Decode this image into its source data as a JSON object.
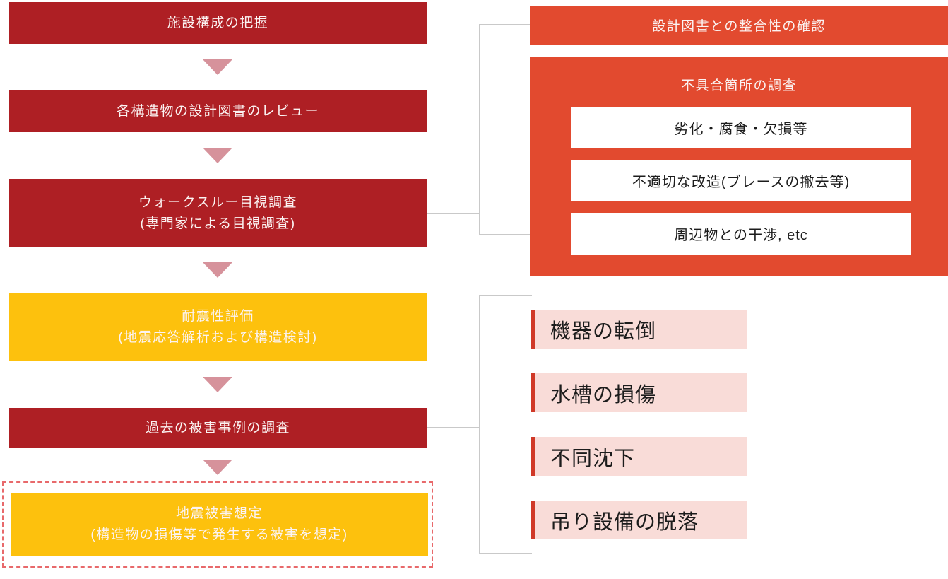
{
  "flow": {
    "steps": [
      {
        "label": "施設構成の把握",
        "style": "red"
      },
      {
        "label": "各構造物の設計図書のレビュー",
        "style": "red"
      },
      {
        "label": "ウォークスルー目視調査",
        "sublabel": "(専門家による目視調査)",
        "style": "red"
      },
      {
        "label": "耐震性評価",
        "sublabel": "(地震応答解析および構造検討)",
        "style": "yellow"
      },
      {
        "label": "過去の被害事例の調査",
        "style": "red"
      },
      {
        "label": "地震被害想定",
        "sublabel": "(構造物の損傷等で発生する被害を想定)",
        "style": "yellow-dashed"
      }
    ]
  },
  "inspection_panel": {
    "header": "設計図書との整合性の確認",
    "group_title": "不具合箇所の調査",
    "items": [
      "劣化・腐食・欠損等",
      "不適切な改造(ブレースの撤去等)",
      "周辺物との干渉, etc"
    ]
  },
  "damage_panel": {
    "items": [
      "機器の転倒",
      "水槽の損傷",
      "不同沈下",
      "吊り設備の脱落"
    ]
  },
  "colors": {
    "dark_red": "#AE1F24",
    "orange": "#E24A2F",
    "yellow": "#FDC10D",
    "arrow": "#D6929B",
    "pink_bg": "#F9DCD8",
    "pink_bar": "#D03928",
    "dashed": "#E8696B",
    "line": "#C9C9C9",
    "box_text": "#FBF3F2",
    "dark_text": "#1C1C1C"
  }
}
